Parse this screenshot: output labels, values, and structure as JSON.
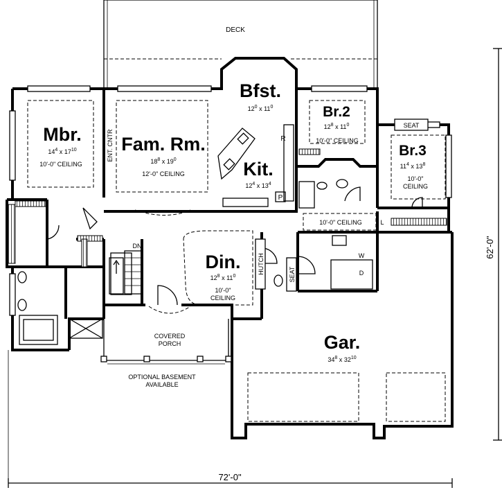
{
  "rooms": {
    "deck": "DECK",
    "mbr": {
      "name": "Mbr.",
      "w": "14",
      "w_sup": "4",
      "d": "17",
      "d_sup": "10",
      "ceiling": "10'-0\" CEILING"
    },
    "fam": {
      "name": "Fam. Rm.",
      "w": "18",
      "w_sup": "8",
      "d": "19",
      "d_sup": "0",
      "ceiling": "12'-0\" CEILING"
    },
    "bfst": {
      "name": "Bfst.",
      "w": "12",
      "w_sup": "0",
      "d": "11",
      "d_sup": "0"
    },
    "kit": {
      "name": "Kit.",
      "w": "12",
      "w_sup": "4",
      "d": "13",
      "d_sup": "4"
    },
    "br2": {
      "name": "Br.2",
      "w": "12",
      "w_sup": "8",
      "d": "11",
      "d_sup": "0",
      "ceiling": "10'-0\" CEILING"
    },
    "br3": {
      "name": "Br.3",
      "w": "11",
      "w_sup": "4",
      "d": "13",
      "d_sup": "8",
      "ceiling_l1": "10'-0\"",
      "ceiling_l2": "CEILING"
    },
    "din": {
      "name": "Din.",
      "w": "12",
      "w_sup": "8",
      "d": "11",
      "d_sup": "0",
      "ceiling_l1": "10'-0\"",
      "ceiling_l2": "CEILING"
    },
    "gar": {
      "name": "Gar.",
      "w": "34",
      "w_sup": "8",
      "d": "32",
      "d_sup": "10"
    },
    "porch_l1": "COVERED",
    "porch_l2": "PORCH",
    "hall_ceiling": "10'-0\" CEILING"
  },
  "labels": {
    "ent_cntr": "ENT. CNTR",
    "seat_br3": "SEAT",
    "seat_hall": "SEAT",
    "hutch": "HUTCH",
    "dn": "DN",
    "r": "R",
    "p": "P",
    "l": "L",
    "w": "W",
    "d": "D",
    "basement_l1": "OPTIONAL BASEMENT",
    "basement_l2": "AVAILABLE"
  },
  "dimensions": {
    "width": "72'-0\"",
    "depth": "62'-0\""
  }
}
